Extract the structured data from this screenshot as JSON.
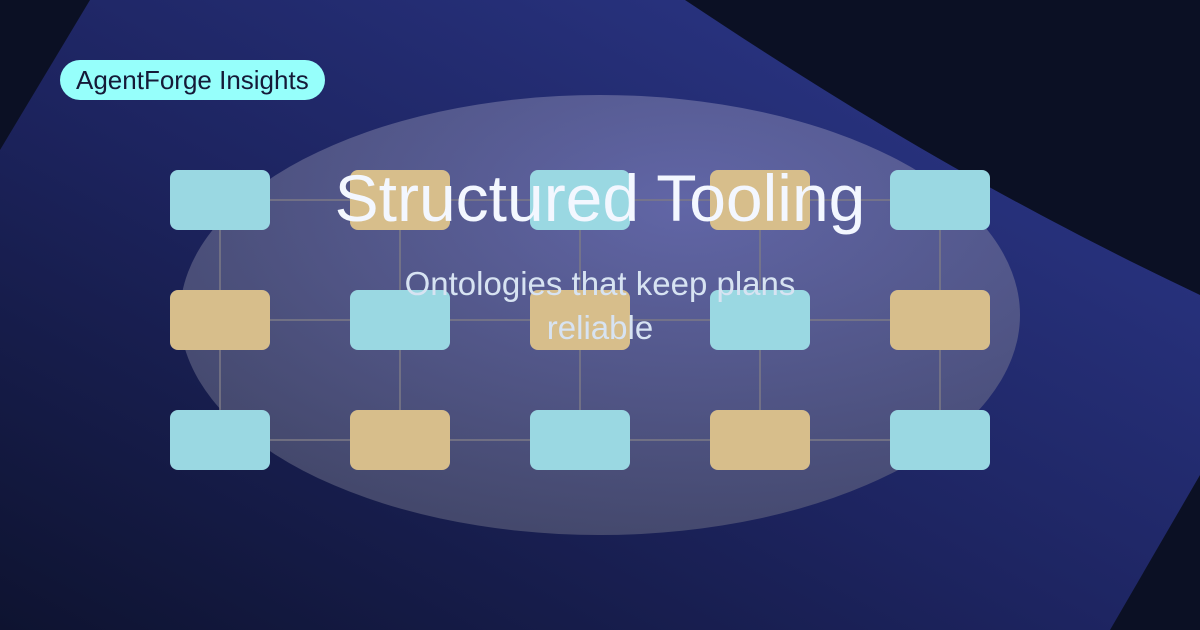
{
  "badge": {
    "label": "AgentForge Insights"
  },
  "hero": {
    "title": "Structured Tooling",
    "subtitle": "Ontologies that keep plans reliable"
  },
  "colors": {
    "background": "#0b1024",
    "panel_light": "#2e3a8f",
    "panel_dark": "#161c4a",
    "ellipse": "#c9c6e6",
    "node_cyan": "#9ad8e2",
    "node_tan": "#d7be8b",
    "connector": "#7d7a86",
    "badge_bg": "#96fffb",
    "badge_text": "#151a38",
    "title_text": "#f3f7ff",
    "subtitle_text": "#d7e3f2"
  },
  "diagram": {
    "rows": 3,
    "cols": 5,
    "nodes": [
      [
        "cyan",
        "tan",
        "cyan",
        "tan",
        "cyan"
      ],
      [
        "tan",
        "cyan",
        "tan",
        "cyan",
        "tan"
      ],
      [
        "cyan",
        "tan",
        "cyan",
        "tan",
        "cyan"
      ]
    ]
  }
}
